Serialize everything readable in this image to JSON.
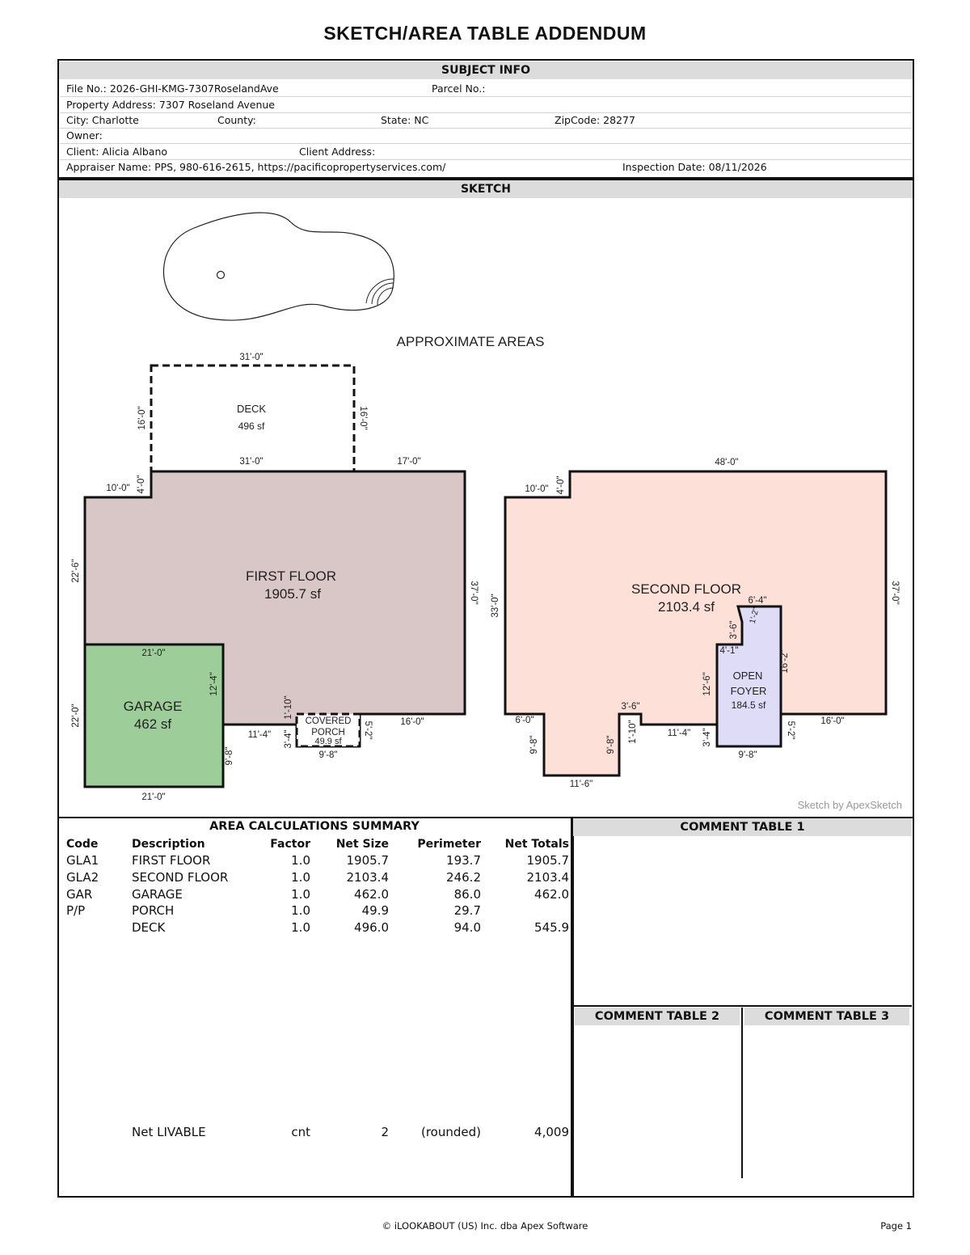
{
  "title": "SKETCH/AREA TABLE ADDENDUM",
  "subject_info": {
    "header": "SUBJECT INFO",
    "file_no": "File No.: 2026-GHI-KMG-7307RoselandAve",
    "parcel_no": "Parcel No.:",
    "property_address": "Property Address: 7307 Roseland Avenue",
    "city": "City: Charlotte",
    "county": "County:",
    "state": "State: NC",
    "zip": "ZipCode: 28277",
    "owner": "Owner:",
    "client": "Client: Alicia Albano",
    "client_address": "Client Address:",
    "appraiser": "Appraiser Name: PPS, 980-616-2615, https://pacificopropertyservices.com/",
    "inspection_date": "Inspection Date: 08/11/2026"
  },
  "sketch": {
    "header": "SKETCH",
    "approx": "APPROXIMATE AREAS",
    "credit": "Sketch by ApexSketch",
    "first_floor": "FIRST FLOOR",
    "first_floor_sf": "1905.7 sf",
    "garage": "GARAGE",
    "garage_sf": "462 sf",
    "deck": "DECK",
    "deck_sf": "496 sf",
    "porch_1": "COVERED",
    "porch_2": "PORCH",
    "porch_sf": "49.9 sf",
    "second_floor": "SECOND FLOOR",
    "second_floor_sf": "2103.4 sf",
    "foyer_1": "OPEN",
    "foyer_2": "FOYER",
    "foyer_sf": "184.5 sf",
    "dims": {
      "deck_top": "31'-0\"",
      "deck_bottom": "31'-0\"",
      "deck_left": "16'-0\"",
      "deck_right": "16'-0\"",
      "ff_top_right": "17'-0\"",
      "ff_step_w": "10'-0\"",
      "ff_step_h": "4'-0\"",
      "ff_left": "22'-6\"",
      "ff_right": "37'-0\"",
      "garage_top": "21'-0\"",
      "garage_right": "12'-4\"",
      "garage_left": "22'-0\"",
      "garage_bottom": "21'-0\"",
      "garage_jog": "9'-8\"",
      "ff_bottom_a": "11'-4\"",
      "porch_h": "1'-10\"",
      "porch_left": "3'-4\"",
      "porch_right": "5'-2\"",
      "porch_bottom": "9'-8\"",
      "ff_bottom_b": "16'-0\"",
      "sf_top": "48'-0\"",
      "sf_step_w": "10'-0\"",
      "sf_step_h": "4'-0\"",
      "sf_left": "33'-0\"",
      "sf_right": "37'-0\"",
      "sf_a": "6'-0\"",
      "sf_b": "9'-8\"",
      "sf_c": "11'-6\"",
      "sf_d": "9'-8\"",
      "sf_e": "3'-6\"",
      "sf_f": "1'-10\"",
      "sf_g": "11'-4\"",
      "sf_h": "3'-4\"",
      "sf_i": "9'-8\"",
      "sf_j": "5'-2\"",
      "sf_k": "16'-0\"",
      "fy_top": "6'-4\"",
      "fy_a": "3'-6\"",
      "fy_b": "1'-2\"",
      "fy_c": "4'-1\"",
      "fy_left": "12'-6\"",
      "fy_right": "16'-2\""
    }
  },
  "area_calc": {
    "header": "AREA CALCULATIONS SUMMARY",
    "columns": [
      "Code",
      "Description",
      "Factor",
      "Net Size",
      "Perimeter",
      "Net Totals"
    ],
    "rows": [
      [
        "GLA1",
        "FIRST FLOOR",
        "1.0",
        "1905.7",
        "193.7",
        "1905.7"
      ],
      [
        "GLA2",
        "SECOND FLOOR",
        "1.0",
        "2103.4",
        "246.2",
        "2103.4"
      ],
      [
        "GAR",
        "GARAGE",
        "1.0",
        "462.0",
        "86.0",
        "462.0"
      ],
      [
        "P/P",
        "PORCH",
        "1.0",
        "49.9",
        "29.7",
        ""
      ],
      [
        "",
        "DECK",
        "1.0",
        "496.0",
        "94.0",
        "545.9"
      ]
    ],
    "net_livable": {
      "label": "Net LIVABLE",
      "cnt": "cnt",
      "count": "2",
      "rounded": "(rounded)",
      "total": "4,009"
    }
  },
  "comments": {
    "table1": "COMMENT TABLE 1",
    "table2": "COMMENT TABLE 2",
    "table3": "COMMENT TABLE 3"
  },
  "footer": {
    "copyright": "© iLOOKABOUT (US) Inc. dba Apex Software",
    "page": "Page 1"
  },
  "colors": {
    "first_floor": "#d9c6c6",
    "garage": "#9dce9a",
    "second_floor": "#fde0d8",
    "foyer": "#dfdcf7",
    "header_bg": "#dcdcdc"
  }
}
